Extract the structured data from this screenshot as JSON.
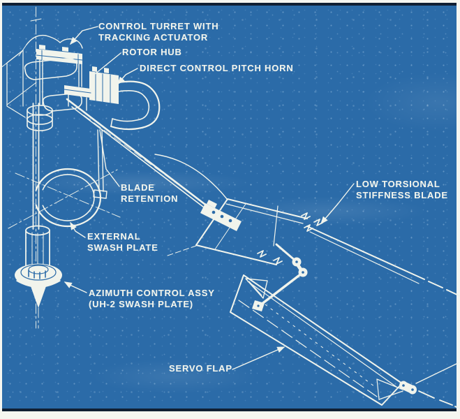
{
  "labels": {
    "control_turret": {
      "line1": "CONTROL TURRET WITH",
      "line2": "TRACKING ACTUATOR"
    },
    "rotor_hub": {
      "line1": "ROTOR HUB"
    },
    "direct_control_pitch_horn": {
      "line1": "DIRECT CONTROL PITCH HORN"
    },
    "blade_retention": {
      "line1": "BLADE",
      "line2": "RETENTION"
    },
    "external_swash_plate": {
      "line1": "EXTERNAL",
      "line2": "SWASH PLATE"
    },
    "azimuth_control_assy": {
      "line1": "AZIMUTH CONTROL ASSY",
      "line2": "(UH-2 SWASH PLATE)"
    },
    "low_torsional_stiffness_blade": {
      "line1": "LOW TORSIONAL",
      "line2": "STIFFNESS BLADE"
    },
    "servo_flap": {
      "line1": "SERVO FLAP"
    }
  },
  "colors": {
    "background_blue": "#2b6ba8",
    "line_white": "#f1f4ec",
    "border_dark": "#101f33",
    "margin_white": "#f5f6f1"
  }
}
